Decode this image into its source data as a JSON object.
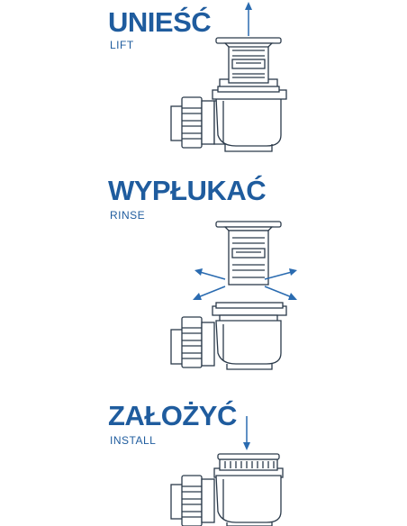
{
  "steps": [
    {
      "title": "UNIEŚĆ",
      "subtitle": "LIFT"
    },
    {
      "title": "WYPŁUKAĆ",
      "subtitle": "RINSE"
    },
    {
      "title": "ZAŁOŻYĆ",
      "subtitle": "INSTALL"
    }
  ],
  "colors": {
    "text": "#1f5c9e",
    "arrow": "#2a6bb0",
    "line": "#2b3a4a",
    "fill": "#ffffff"
  },
  "icons": [
    "arrow-up-icon",
    "arrows-outward-icon",
    "arrow-down-icon",
    "drain-trap-icon",
    "strainer-cap-icon"
  ]
}
